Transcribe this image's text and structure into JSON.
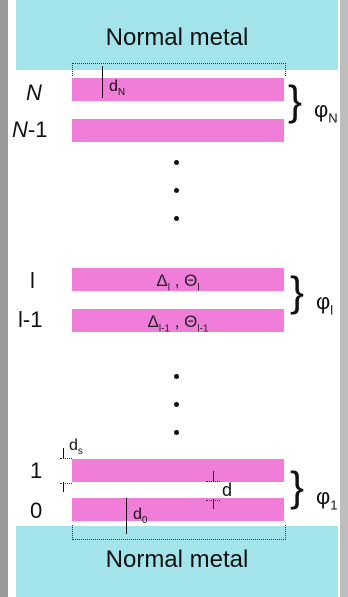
{
  "metal": {
    "top_label": "Normal metal",
    "bottom_label": "Normal metal"
  },
  "indices": {
    "N": "N",
    "N_minus_1": "N-1",
    "l": "l",
    "l_minus_1": "l-1",
    "one": "1",
    "zero": "0"
  },
  "layers": {
    "l_label": "Δl , Θl",
    "l_minus_1_label": "Δl-1 , Θl-1"
  },
  "phi": {
    "top": "φN",
    "mid": "φl",
    "bottom": "φ1"
  },
  "dims": {
    "dN": "dN",
    "ds": "ds",
    "d0": "d0",
    "d": "d"
  }
}
